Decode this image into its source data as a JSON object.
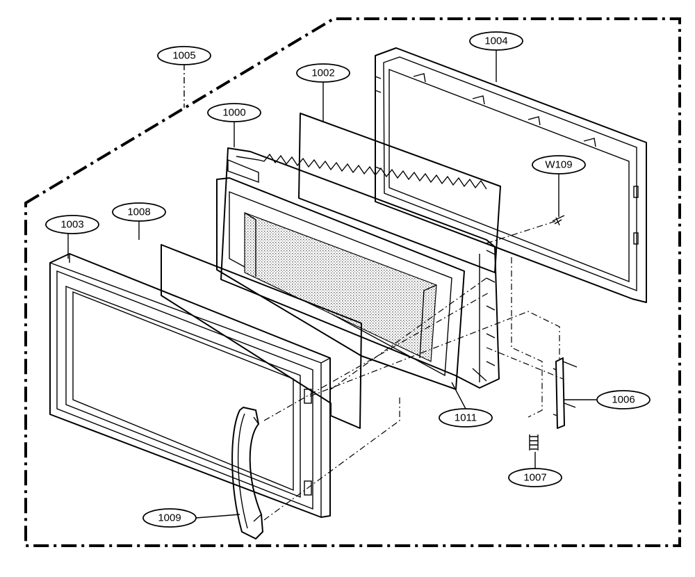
{
  "callouts": {
    "p1005": "1005",
    "p1004": "1004",
    "p1002": "1002",
    "p1000": "1000",
    "pW109": "W109",
    "p1008": "1008",
    "p1003": "1003",
    "p1006": "1006",
    "p1011": "1011",
    "p1007": "1007",
    "p1009": "1009"
  }
}
